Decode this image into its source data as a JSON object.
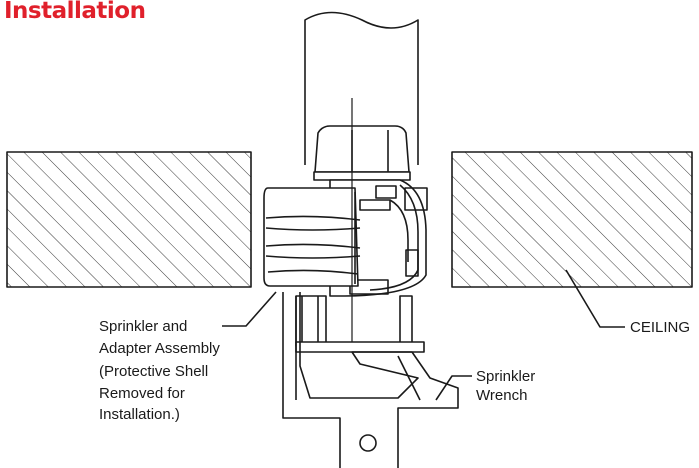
{
  "title": "Installation",
  "labels": {
    "sprinkler_lines": [
      "Sprinkler and",
      "Adapter Assembly",
      "(Protective Shell",
      "Removed for",
      "Installation.)"
    ],
    "ceiling": "CEILING",
    "wrench_lines": [
      "Sprinkler",
      "Wrench"
    ]
  },
  "colors": {
    "title": "#e0202b",
    "ink": "#1a1a1a"
  }
}
